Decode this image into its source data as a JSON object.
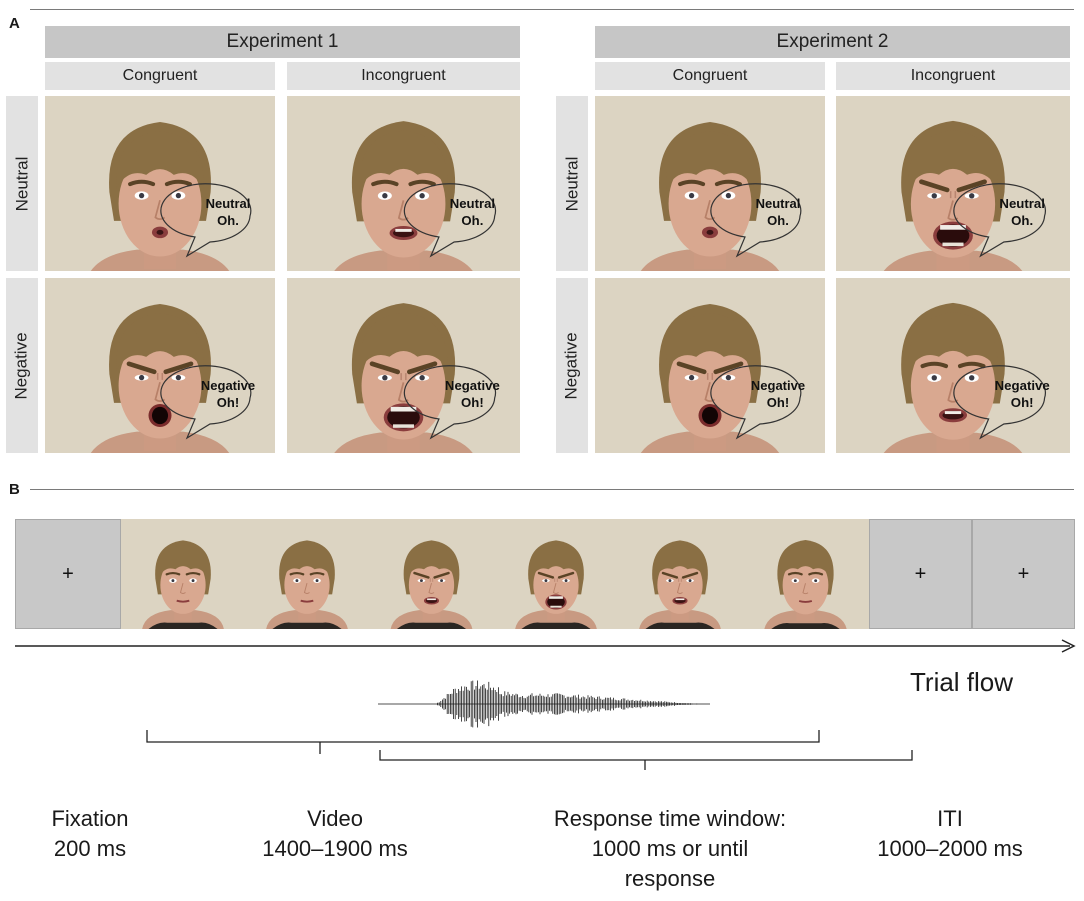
{
  "panel_a": {
    "letter": "A",
    "experiments": [
      {
        "title": "Experiment 1",
        "columns": [
          "Congruent",
          "Incongruent"
        ],
        "rows": [
          "Neutral",
          "Negative"
        ],
        "cells": [
          {
            "row": "Neutral",
            "col": "Congruent",
            "expression": "neutral",
            "mouth": "pursed",
            "bubble": [
              "Neutral",
              "Oh."
            ]
          },
          {
            "row": "Neutral",
            "col": "Incongruent",
            "expression": "neutral",
            "mouth": "open-small",
            "bubble": [
              "Neutral",
              "Oh."
            ]
          },
          {
            "row": "Negative",
            "col": "Congruent",
            "expression": "negative",
            "mouth": "round-dark",
            "bubble": [
              "Negative",
              "Oh!"
            ]
          },
          {
            "row": "Negative",
            "col": "Incongruent",
            "expression": "negative",
            "mouth": "open-wide",
            "bubble": [
              "Negative",
              "Oh!"
            ]
          }
        ]
      },
      {
        "title": "Experiment 2",
        "columns": [
          "Congruent",
          "Incongruent"
        ],
        "rows": [
          "Neutral",
          "Negative"
        ],
        "cells": [
          {
            "row": "Neutral",
            "col": "Congruent",
            "expression": "neutral",
            "mouth": "pursed",
            "bubble": [
              "Neutral",
              "Oh."
            ]
          },
          {
            "row": "Neutral",
            "col": "Incongruent",
            "expression": "negative",
            "mouth": "open-wide",
            "bubble": [
              "Neutral",
              "Oh."
            ]
          },
          {
            "row": "Negative",
            "col": "Congruent",
            "expression": "negative",
            "mouth": "round-dark",
            "bubble": [
              "Negative",
              "Oh!"
            ]
          },
          {
            "row": "Negative",
            "col": "Incongruent",
            "expression": "neutral",
            "mouth": "open-small",
            "bubble": [
              "Negative",
              "Oh!"
            ]
          }
        ]
      }
    ]
  },
  "panel_b": {
    "letter": "B",
    "fixation_symbol": "+",
    "iti_symbols": [
      "+",
      "+"
    ],
    "video_frames": [
      {
        "expression": "neutral",
        "mouth": "closed"
      },
      {
        "expression": "neutral",
        "mouth": "closed"
      },
      {
        "expression": "negative",
        "mouth": "open-small"
      },
      {
        "expression": "negative",
        "mouth": "open-wide"
      },
      {
        "expression": "negative",
        "mouth": "open-small"
      },
      {
        "expression": "neutral",
        "mouth": "closed"
      }
    ],
    "trial_flow_label": "Trial flow",
    "phases": [
      {
        "lines": [
          "Fixation",
          "200 ms"
        ]
      },
      {
        "lines": [
          "Video",
          "1400–1900 ms"
        ]
      },
      {
        "lines": [
          "Response time window:",
          "1000 ms or until",
          "response"
        ]
      },
      {
        "lines": [
          "ITI",
          "1000–2000 ms"
        ]
      }
    ]
  },
  "colors": {
    "header_dark": "#c6c6c6",
    "header_light": "#e2e2e2",
    "photo_background": "#dcd4c2",
    "skin": "#d9a890",
    "hair": "#8a6f44",
    "fixation_gray": "#c8c8c8"
  }
}
